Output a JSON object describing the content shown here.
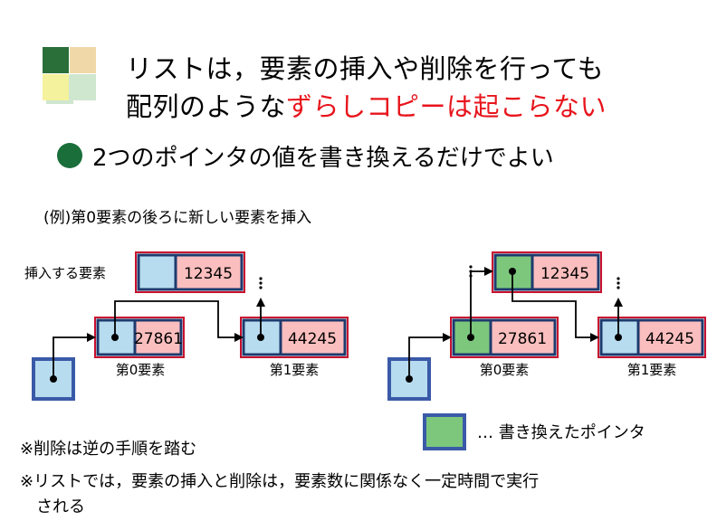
{
  "title": {
    "line1": "リストは，要素の挿入や削除を行っても",
    "line2_black": "配列のような",
    "line2_red": "ずらしコピーは起こらない"
  },
  "point": "2つのポインタの値を書き換えるだけでよい",
  "example": "(例)第0要素の後ろに新しい要素を挿入",
  "left": {
    "insert_label": "挿入する要素",
    "new_value": "12345",
    "node0_value": "27861",
    "node1_value": "44245",
    "node0_caption": "第0要素",
    "node1_caption": "第1要素"
  },
  "right": {
    "new_value": "12345",
    "node0_value": "27861",
    "node1_value": "44245",
    "node0_caption": "第0要素",
    "node1_caption": "第1要素"
  },
  "legend": "… 書き換えたポインタ",
  "notes": {
    "delete": "※削除は逆の手順を踏む",
    "line1": "※リストでは，要素の挿入と削除は，要素数に関係なく一定時間で実行",
    "line2": "される"
  },
  "colors": {
    "pointer_cell": "#b7dcef",
    "data_cell": "#fbbebe",
    "changed_pointer": "#7dc77d",
    "node_border": "#1e3a6e",
    "outer_border": "#c8102e",
    "bullet": "#1a6e3a",
    "accent_red": "#e8141c"
  }
}
